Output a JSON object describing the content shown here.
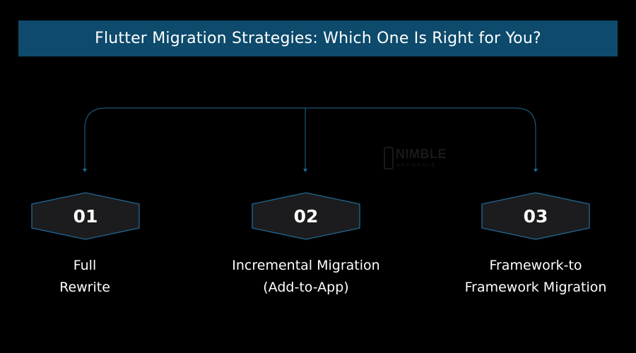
{
  "title": "Flutter Migration Strategies: Which One Is Right for You?",
  "colors": {
    "background": "#000000",
    "banner": "#0d4a6c",
    "connector": "#1f6a95",
    "hex_fill": "#1c1c1e",
    "hex_border": "#1f6a95",
    "text": "#ffffff"
  },
  "strategies": [
    {
      "number": "01",
      "label_lines": [
        "Full",
        "Rewrite"
      ]
    },
    {
      "number": "02",
      "label_lines": [
        "Incremental Migration",
        "(Add-to-App)"
      ]
    },
    {
      "number": "03",
      "label_lines": [
        "Framework-to",
        "Framework Migration"
      ]
    }
  ],
  "watermark": {
    "main": "NIMBLE",
    "sub": "APPGENIE"
  }
}
